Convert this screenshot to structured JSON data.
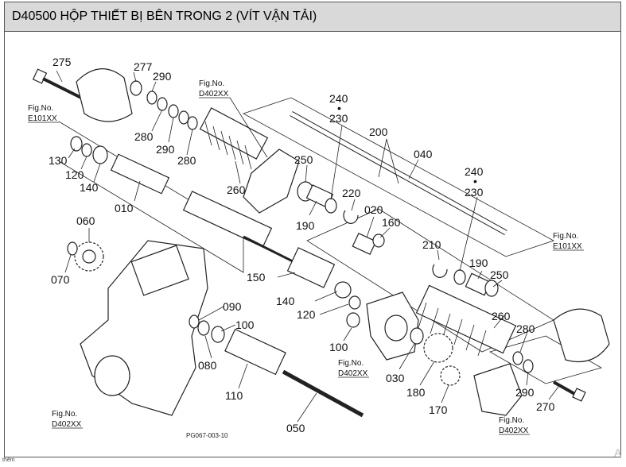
{
  "title": "D40500 HỘP THIẾT BỊ BÊN TRONG 2 (VÍT VẬN TẢI)",
  "labels": {
    "p275": "275",
    "p277": "277",
    "p290a": "290",
    "p280a": "280",
    "p290b": "290",
    "p280b": "280",
    "p130": "130",
    "p120a": "120",
    "p140a": "140",
    "p010": "010",
    "p260a": "260",
    "p250a": "250",
    "p190a": "190",
    "p220": "220",
    "p240a": "240",
    "p230a": "230",
    "p200": "200",
    "p040": "040",
    "p240b": "240",
    "p230b": "230",
    "p020": "020",
    "p160": "160",
    "p210": "210",
    "p190b": "190",
    "p250b": "250",
    "p060": "060",
    "p070": "070",
    "p150": "150",
    "p140b": "140",
    "p120b": "120",
    "p090": "090",
    "p100a": "100",
    "p080": "080",
    "p110": "110",
    "p050": "050",
    "p100b": "100",
    "p030": "030",
    "p180": "180",
    "p170": "170",
    "p260b": "260",
    "p280c": "280",
    "p290c": "290",
    "p270": "270",
    "dot1": "•",
    "dot2": "•"
  },
  "figrefs": {
    "e101a_t": "Fig.No.",
    "e101a_c": "E101XX",
    "d402a_t": "Fig.No.",
    "d402a_c": "D402XX",
    "e101b_t": "Fig.No.",
    "e101b_c": "E101XX",
    "d402b_t": "Fig.No.",
    "d402b_c": "D402XX",
    "d402c_t": "Fig.No.",
    "d402c_c": "D402XX",
    "d402d_t": "Fig.No.",
    "d402d_c": "D402XX"
  },
  "drawing_code": "PG067-003-10",
  "footer": "thêm",
  "corner_mark": "A"
}
